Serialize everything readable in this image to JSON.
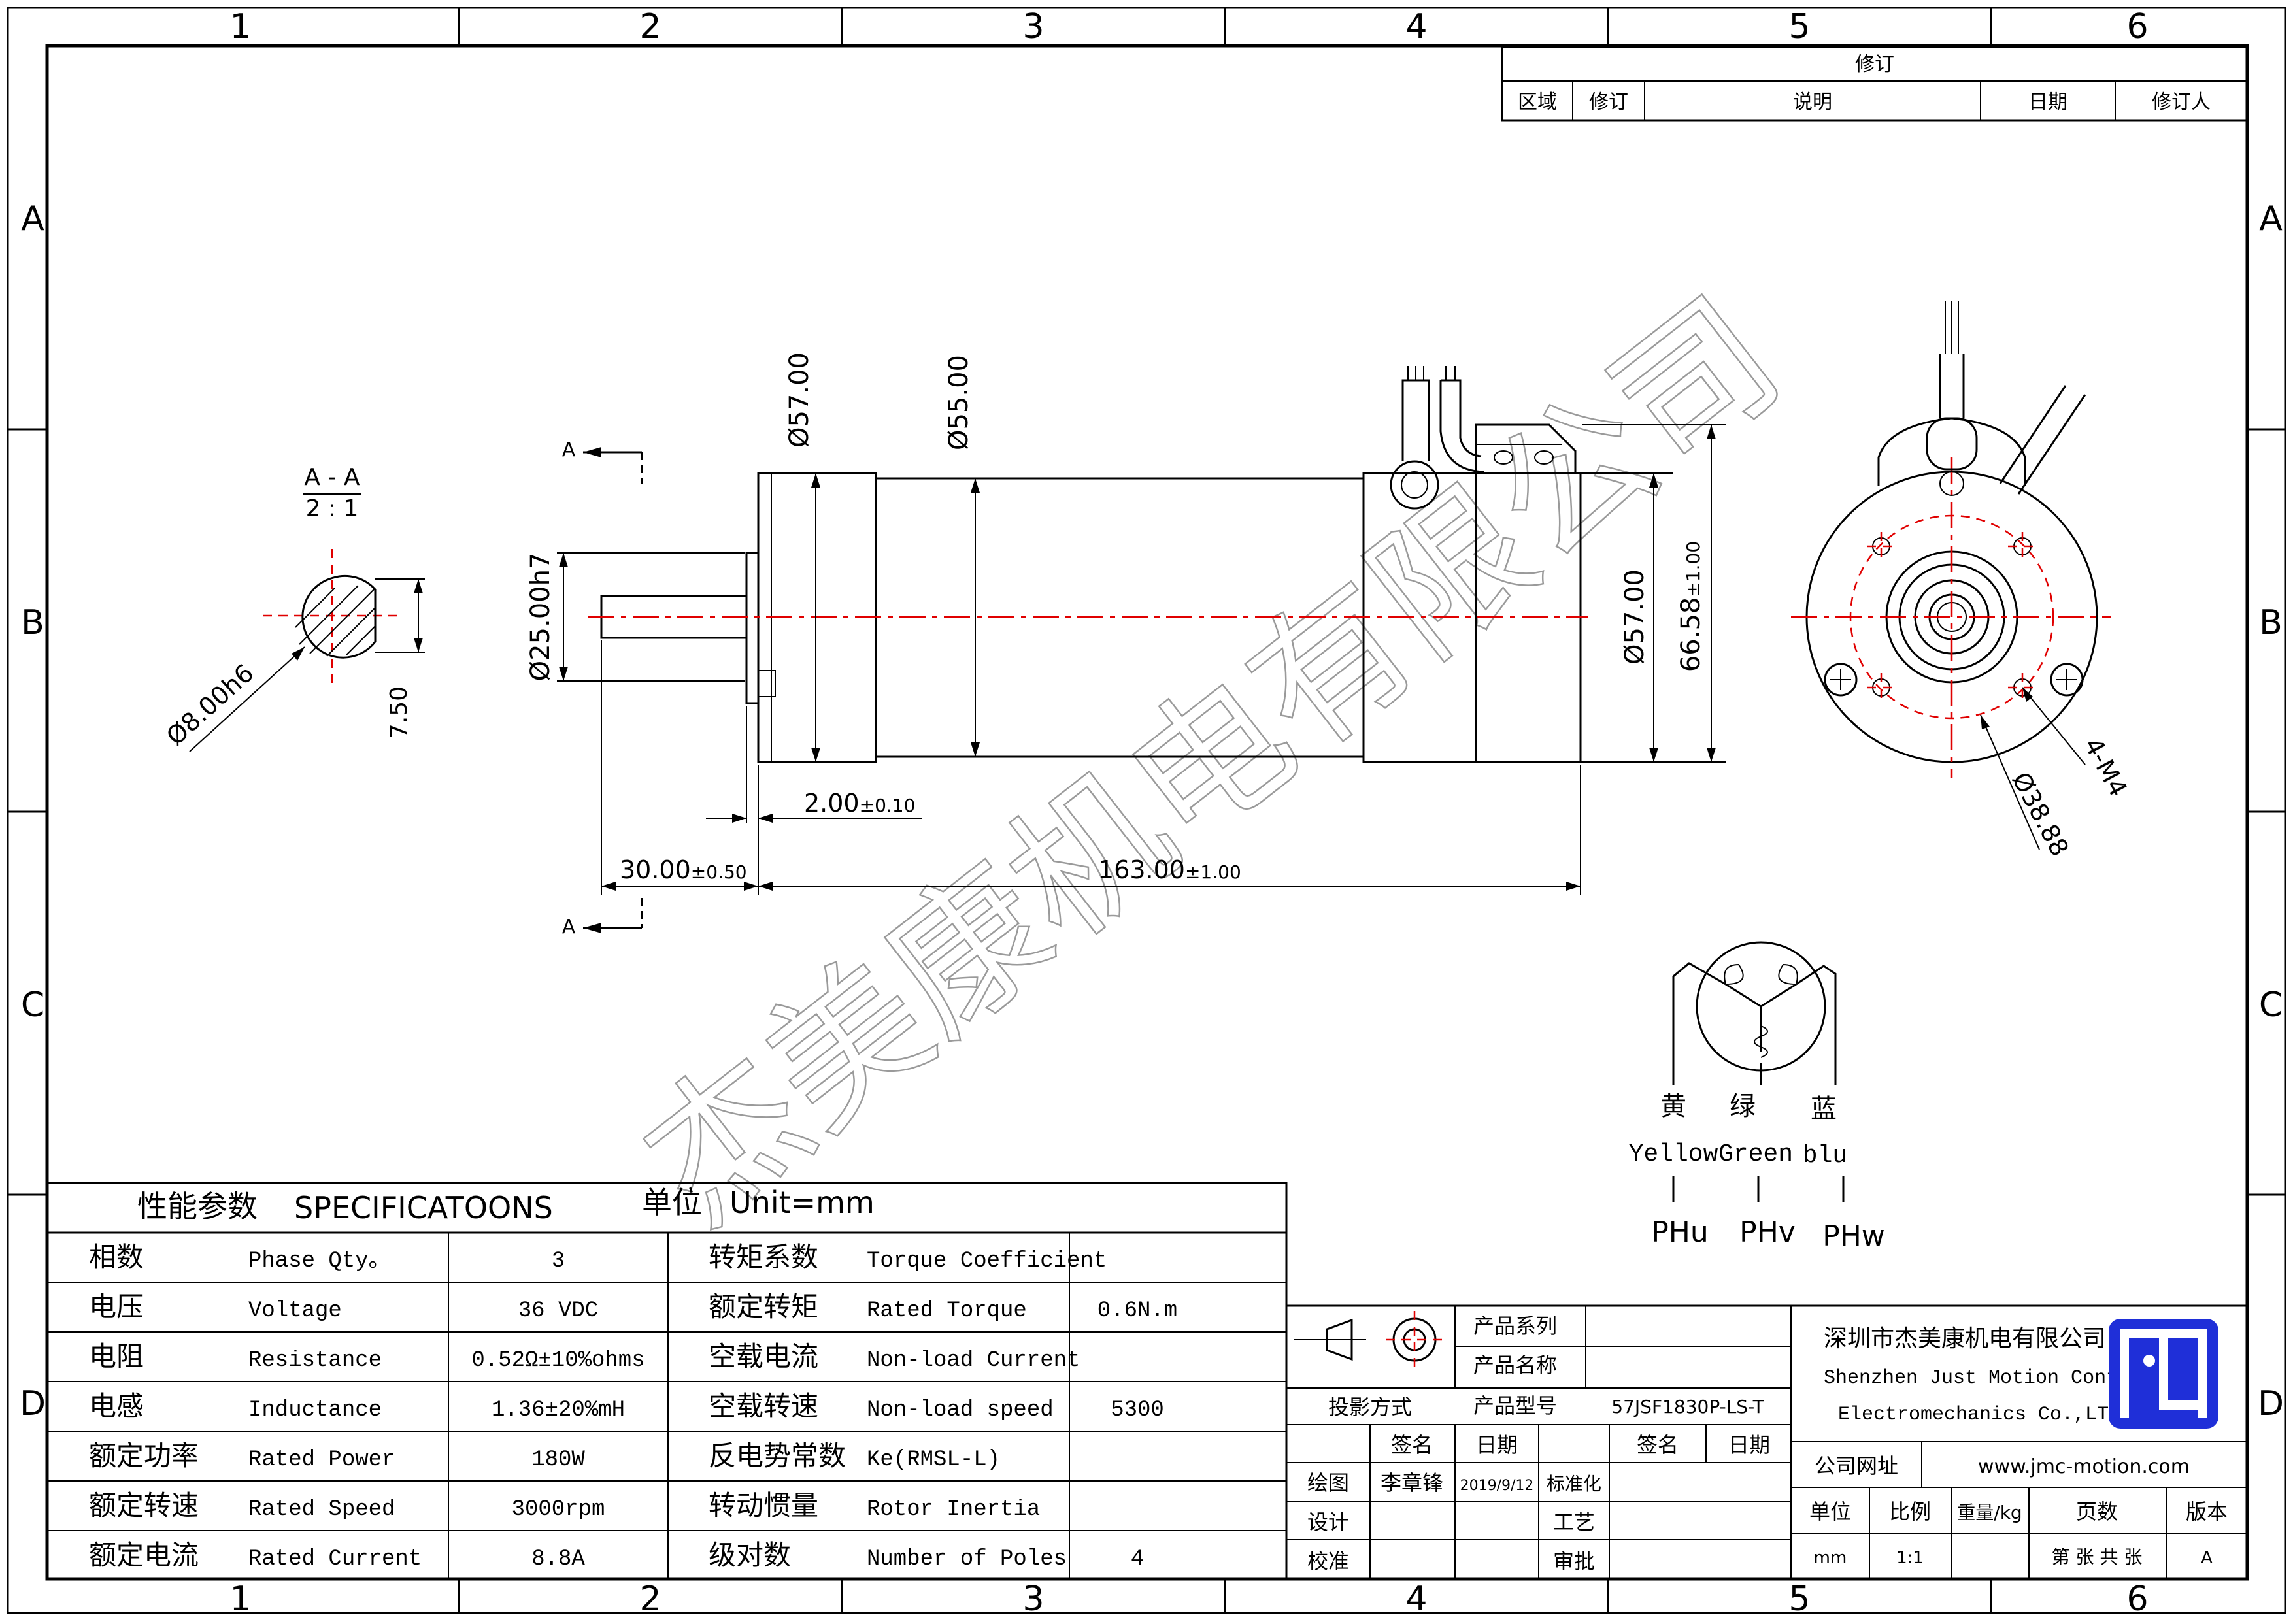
{
  "zones": {
    "cols": [
      "1",
      "2",
      "3",
      "4",
      "5",
      "6"
    ],
    "rows": [
      "A",
      "B",
      "C",
      "D"
    ]
  },
  "revision": {
    "title": "修订",
    "headers": [
      "区域",
      "修订",
      "说明",
      "日期",
      "修订人"
    ]
  },
  "section": {
    "name": "A - A",
    "scale": "2 : 1",
    "marker": "A"
  },
  "dims": {
    "shaft_dia": "Ø8.00h6",
    "flat": "7.50",
    "pilot_dia": "Ø25.00h7",
    "flange_dia": "Ø57.00",
    "body_dia": "Ø55.00",
    "end_dia": "Ø57.00",
    "height": "66.58",
    "height_tol": "±1.00",
    "pilot_len": "2.00",
    "pilot_len_tol": "±0.10",
    "shaft_len": "30.00",
    "shaft_len_tol": "±0.50",
    "body_len": "163.00",
    "body_len_tol": "±1.00",
    "holes": "4-M4",
    "pcd": "Ø38.88"
  },
  "wiring": {
    "colors_cn": [
      "黄",
      "绿",
      "蓝"
    ],
    "colors_en": [
      "Yellow",
      "Green",
      "blu"
    ],
    "phases": [
      "PHu",
      "PHv",
      "PHw"
    ]
  },
  "specs": {
    "title": "性能参数",
    "title_en": "SPECIFICATOONS",
    "unit_label": "单位",
    "unit": "Unit=mm",
    "rows": [
      {
        "cn": "相数",
        "en": "Phase Qty。",
        "val": "3",
        "cn2": "转矩系数",
        "en2": "Torque Coefficient",
        "val2": ""
      },
      {
        "cn": "电压",
        "en": "Voltage",
        "val": "36 VDC",
        "cn2": "额定转矩",
        "en2": "Rated Torque",
        "val2": "0.6N.m"
      },
      {
        "cn": "电阻",
        "en": "Resistance",
        "val": "0.52Ω±10%ohms",
        "cn2": "空载电流",
        "en2": "Non-load Current",
        "val2": ""
      },
      {
        "cn": "电感",
        "en": "Inductance",
        "val": "1.36±20%mH",
        "cn2": "空载转速",
        "en2": "Non-load speed",
        "val2": "5300"
      },
      {
        "cn": "额定功率",
        "en": "Rated Power",
        "val": "180W",
        "cn2": "反电势常数",
        "en2": "Ke(RMSL-L)",
        "val2": ""
      },
      {
        "cn": "额定转速",
        "en": "Rated Speed",
        "val": "3000rpm",
        "cn2": "转动惯量",
        "en2": "Rotor Inertia",
        "val2": ""
      },
      {
        "cn": "额定电流",
        "en": "Rated Current",
        "val": "8.8A",
        "cn2": "级对数",
        "en2": "Number of Poles",
        "val2": "4"
      }
    ]
  },
  "titleblock": {
    "series_label": "产品系列",
    "name_label": "产品名称",
    "model_label": "产品型号",
    "model": "57JSF1830P-LS-T",
    "projection": "投影方式",
    "sign": "签名",
    "date": "日期",
    "sign2": "签名",
    "date2": "日期",
    "draw": "绘图",
    "drawer": "李章锋",
    "draw_date": "2019/9/12",
    "standard": "标准化",
    "design": "设计",
    "craft": "工艺",
    "check": "校准",
    "approve": "审批",
    "company_cn": "深圳市杰美康机电有限公司",
    "company_en1": "Shenzhen Just Motion Control",
    "company_en2": "Electromechanics Co.,LTD",
    "website_label": "公司网址",
    "website": "www.jmc-motion.com",
    "unit_h": "单位",
    "ratio_h": "比例",
    "weight_h": "重量/kg",
    "pages_h": "页数",
    "version_h": "版本",
    "unit_v": "mm",
    "ratio_v": "1:1",
    "weight_v": "",
    "pages_v": "第 张 共 张",
    "version_v": "A"
  },
  "watermark": "杰美康机电有限公司",
  "colors": {
    "centerline": "#e00000",
    "logo": "#1f2fd8"
  }
}
